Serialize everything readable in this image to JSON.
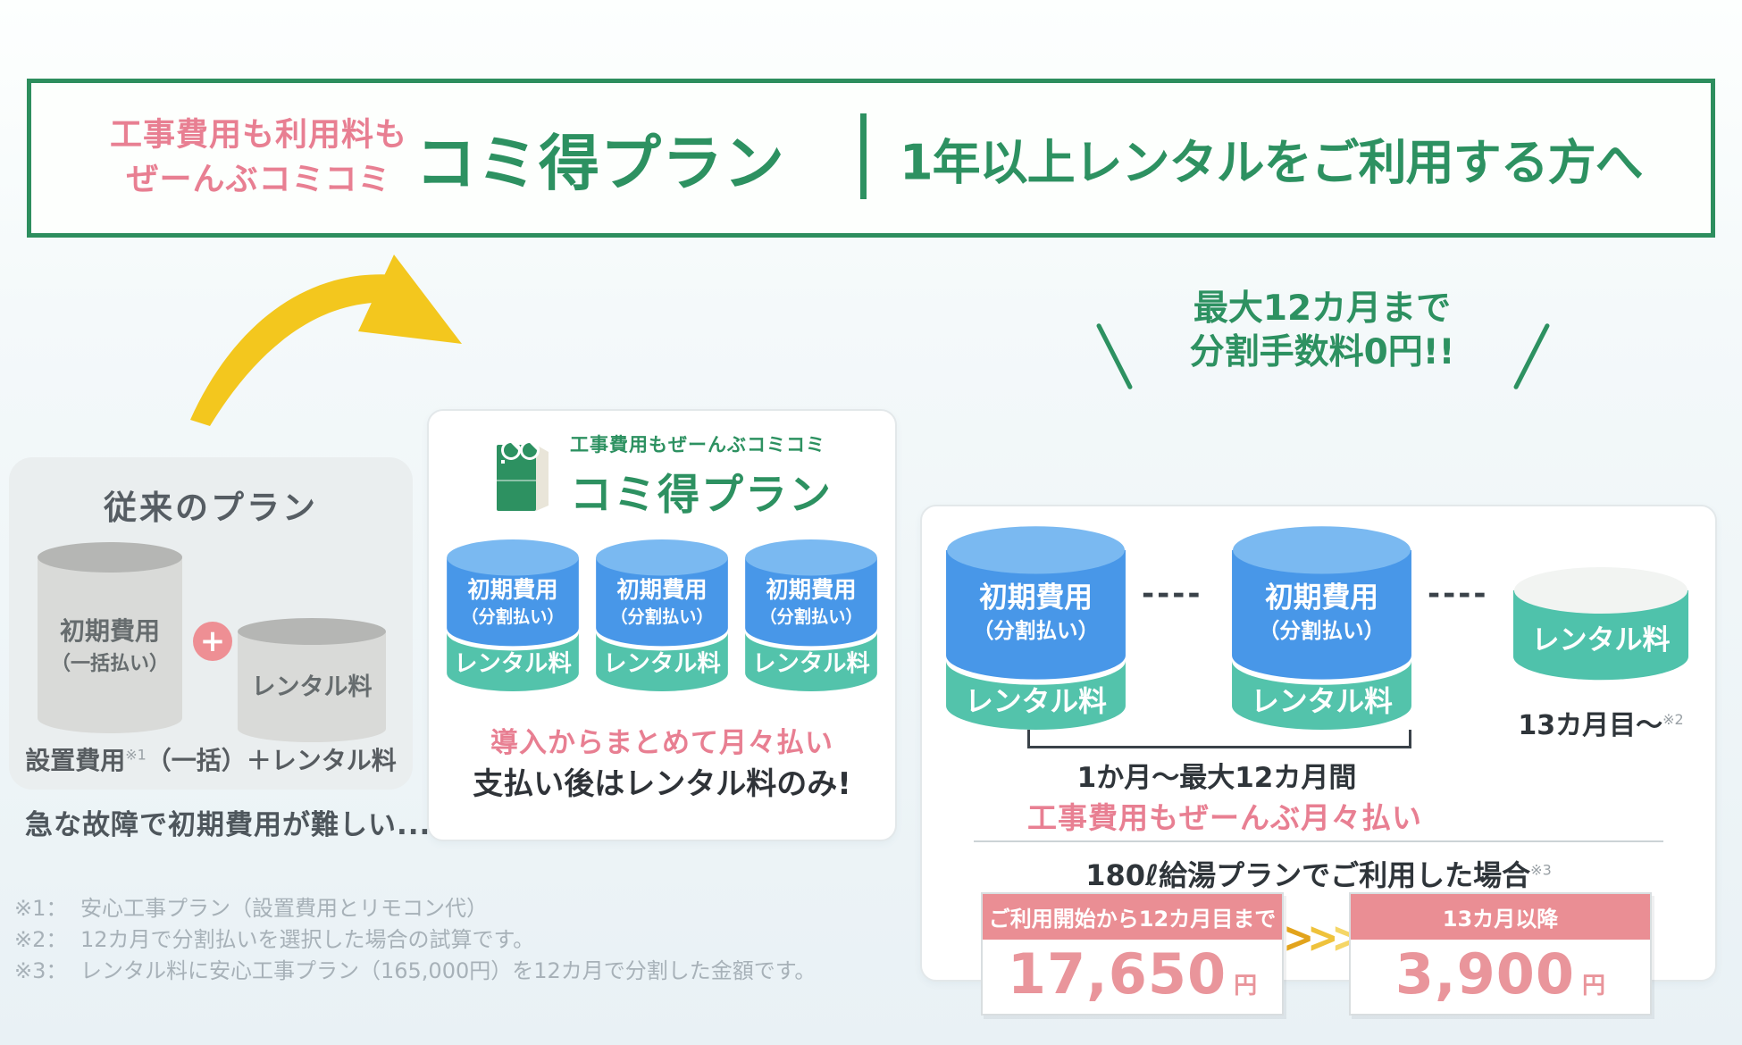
{
  "colors": {
    "brand_green": "#2d9161",
    "border_green": "#2d8e5e",
    "accent_pink": "#e87f92",
    "badge_salmon": "#ee8f94",
    "price_pink": "#ea8e94",
    "cyl_blue": "#4897e8",
    "cyl_blue_top": "#7ab9f1",
    "cyl_teal": "#53c3ab",
    "cyl_gray": "#d9dad8",
    "cyl_gray_top": "#b5b6b4",
    "arrow_yellow": "#f3c71e",
    "dark_text": "#2f353a",
    "footnote_gray": "#a7b1b8"
  },
  "header": {
    "tagline": [
      "工事費用も利用料も",
      "ぜーんぶコミコミ"
    ],
    "plan_name": "コミ得プラン",
    "audience": "1年以上レンタルをご利用する方へ"
  },
  "callout": {
    "line1": "最大12カ月まで",
    "line2": "分割手数料0円!!"
  },
  "legacy_panel": {
    "title": "従来のプラン",
    "initial_cylinder": {
      "line1": "初期費用",
      "line2": "（一括払い）"
    },
    "plus": "+",
    "rental_cylinder": "レンタル料",
    "caption": {
      "pre": "設置費用",
      "sup": "※1",
      "post": "（一括）＋レンタル料"
    },
    "note": "急な故障で初期費用が難しい..."
  },
  "plan_card": {
    "logo_tagline": "工事費用もぜーんぶコミコミ",
    "logo_name": "コミ得プラン",
    "cylinders": [
      {
        "line1": "初期費用",
        "line2": "（分割払い）",
        "bottom": "レンタル料"
      },
      {
        "line1": "初期費用",
        "line2": "（分割払い）",
        "bottom": "レンタル料"
      },
      {
        "line1": "初期費用",
        "line2": "（分割払い）",
        "bottom": "レンタル料"
      }
    ],
    "highlight": "導入からまとめて月々払い",
    "subtext": "支払い後はレンタル料のみ!"
  },
  "schedule_card": {
    "cylinders": [
      {
        "line1": "初期費用",
        "line2": "（分割払い）",
        "bottom": "レンタル料"
      },
      {
        "line1": "初期費用",
        "line2": "（分割払い）",
        "bottom": "レンタル料"
      }
    ],
    "dashes": "----",
    "final_cylinder": "レンタル料",
    "final_label": {
      "text": "13カ月目〜",
      "sup": "※2"
    },
    "bracket_label": "1か月〜最大12カ月間",
    "highlight": "工事費用もぜーんぶ月々払い",
    "example": {
      "title": "180ℓ給湯プランでご利用した場合",
      "sup": "※3"
    },
    "chevron": ">",
    "price_boxes": [
      {
        "header": "ご利用開始から12カ月目まで",
        "amount": "17,650",
        "unit": "円"
      },
      {
        "header": "13カ月以降",
        "amount": "3,900",
        "unit": "円"
      }
    ]
  },
  "footnotes": [
    {
      "mark": "※1：",
      "text": "安心工事プラン（設置費用とリモコン代）"
    },
    {
      "mark": "※2：",
      "text": "12カ月で分割払いを選択した場合の試算です。"
    },
    {
      "mark": "※3：",
      "text": "レンタル料に安心工事プラン（165,000円）を12カ月で分割した金額です。"
    }
  ]
}
